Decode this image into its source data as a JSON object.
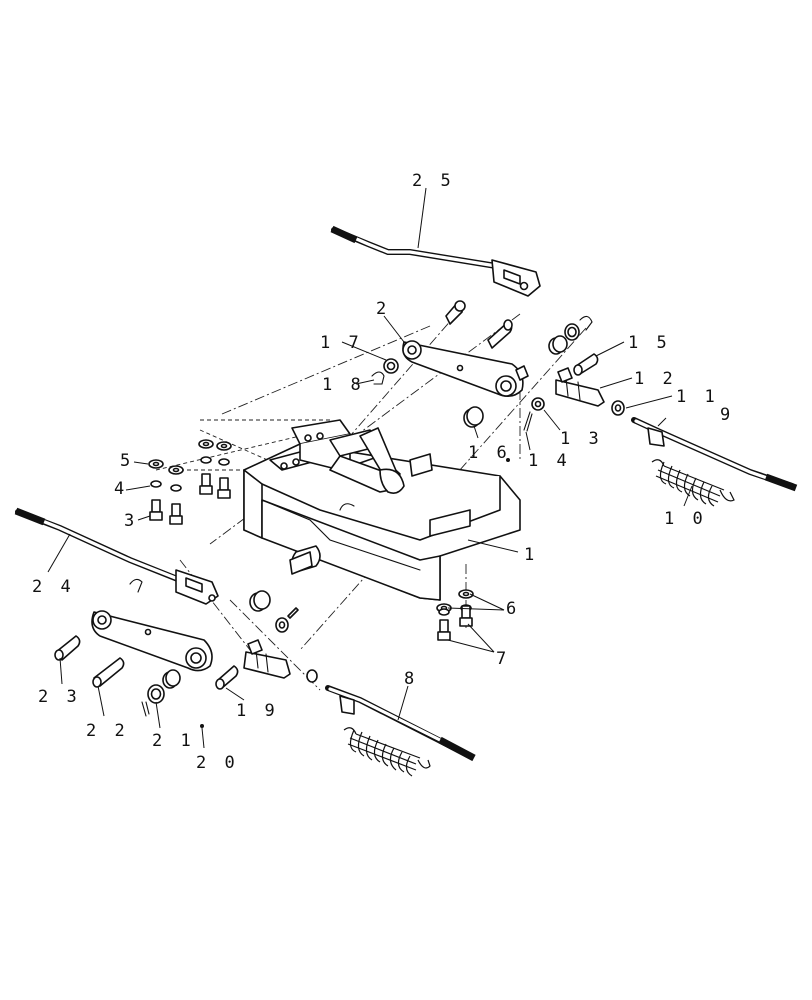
{
  "callouts": [
    {
      "id": "1",
      "text": "1"
    },
    {
      "id": "2",
      "text": "2"
    },
    {
      "id": "3",
      "text": "3"
    },
    {
      "id": "4",
      "text": "4"
    },
    {
      "id": "5",
      "text": "5"
    },
    {
      "id": "6",
      "text": "6"
    },
    {
      "id": "7",
      "text": "7"
    },
    {
      "id": "8",
      "text": "8"
    },
    {
      "id": "9",
      "text": "9"
    },
    {
      "id": "10",
      "text": "1 0"
    },
    {
      "id": "11",
      "text": "1 1"
    },
    {
      "id": "12",
      "text": "1 2"
    },
    {
      "id": "13",
      "text": "1 3"
    },
    {
      "id": "14",
      "text": "1 4"
    },
    {
      "id": "15",
      "text": "1 5"
    },
    {
      "id": "16",
      "text": "1 6"
    },
    {
      "id": "17",
      "text": "1 7"
    },
    {
      "id": "18",
      "text": "1 8"
    },
    {
      "id": "19",
      "text": "1 9"
    },
    {
      "id": "20",
      "text": "2 0"
    },
    {
      "id": "21",
      "text": "2 1"
    },
    {
      "id": "22",
      "text": "2 2"
    },
    {
      "id": "23",
      "text": "2 3"
    },
    {
      "id": "24",
      "text": "2 4"
    },
    {
      "id": "25",
      "text": "2 5"
    }
  ]
}
